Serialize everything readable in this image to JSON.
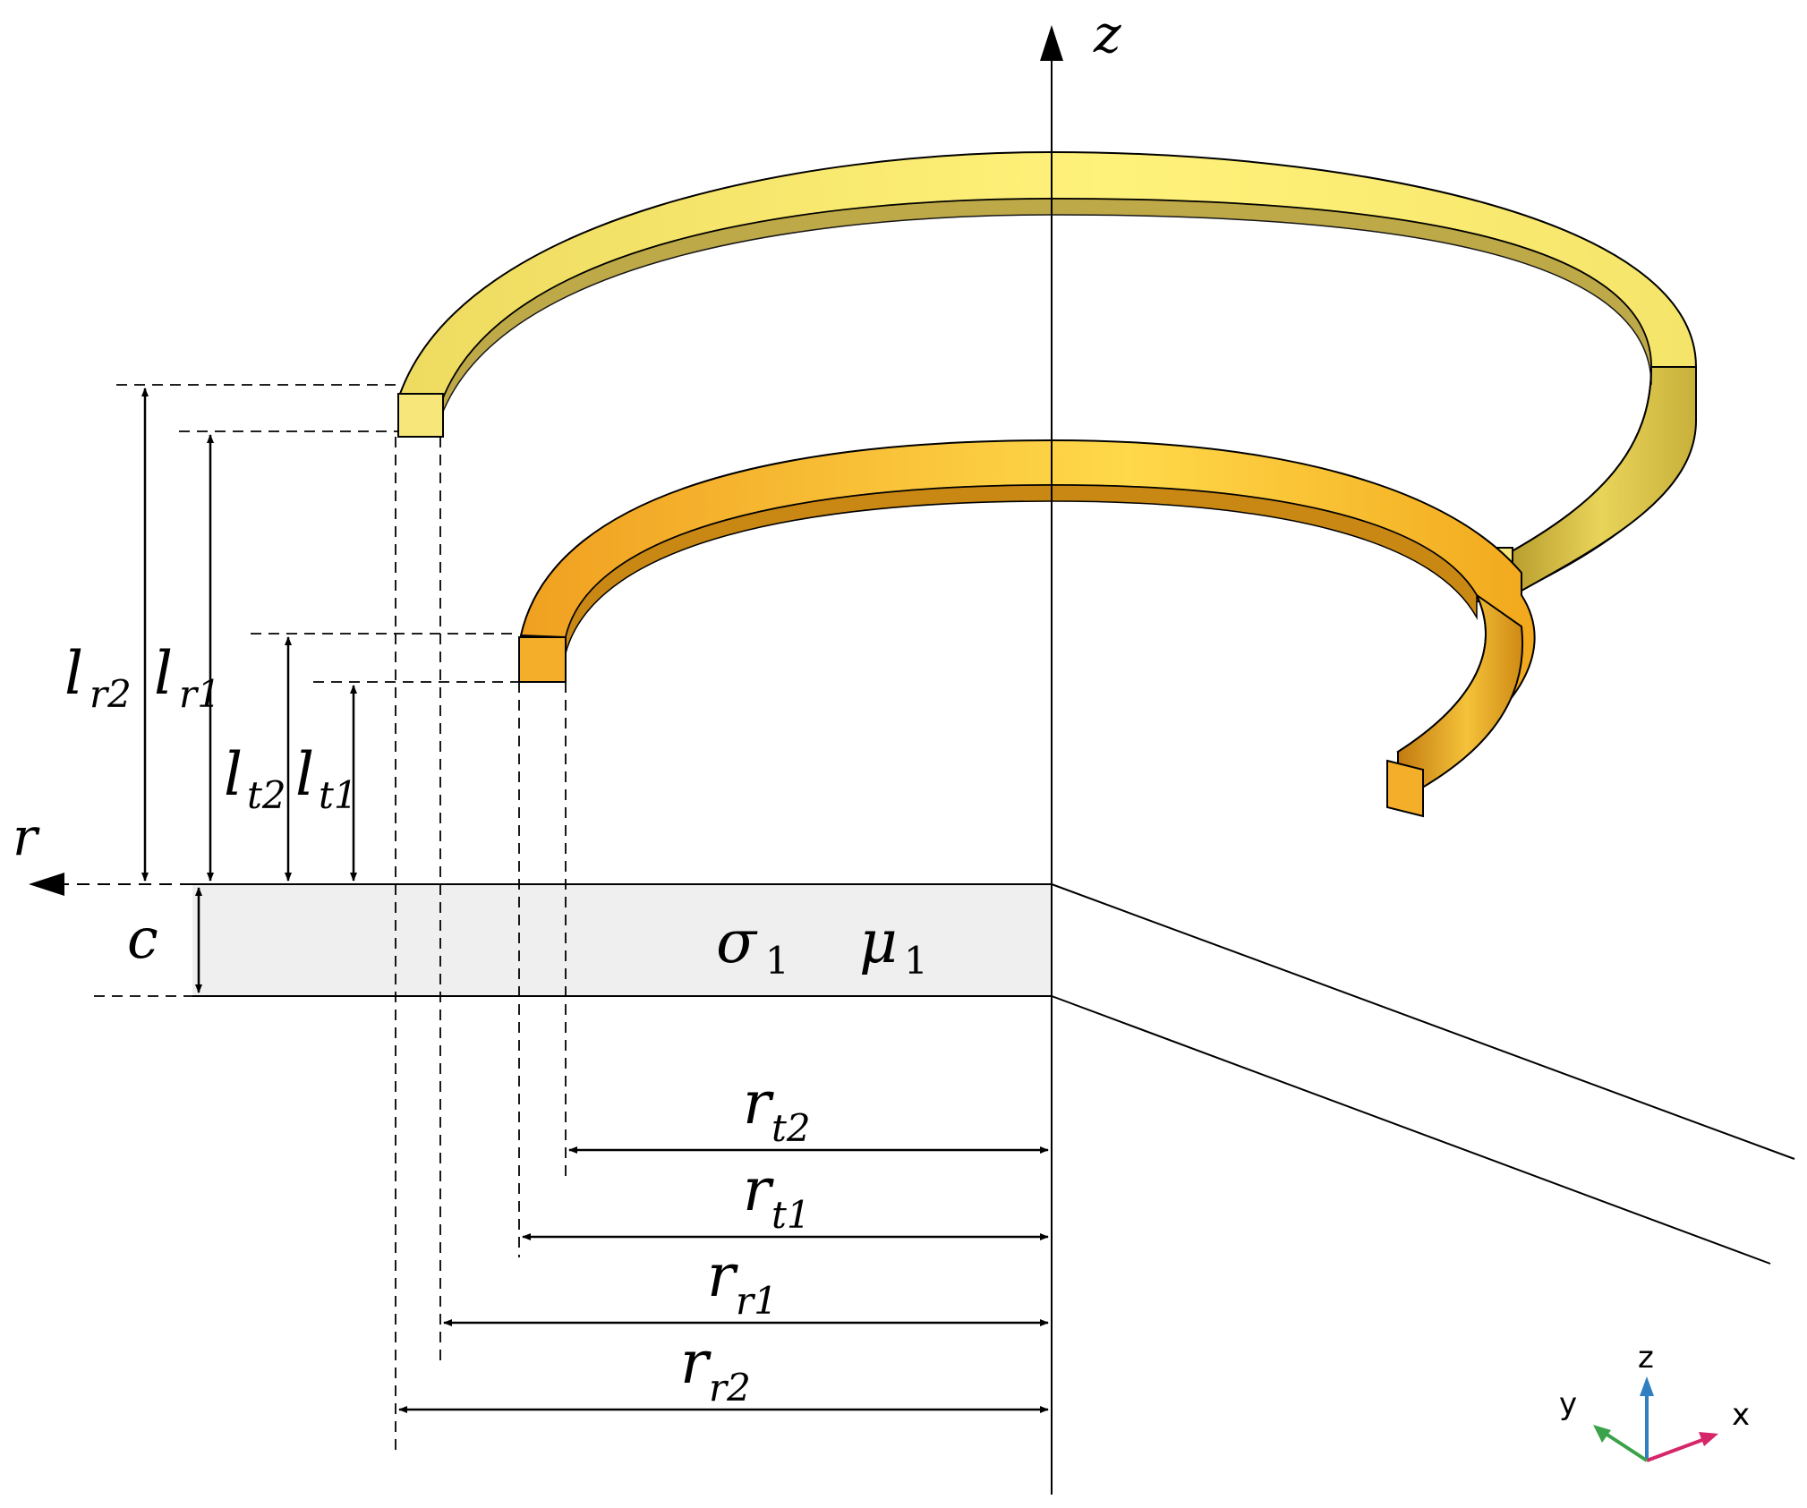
{
  "axis": {
    "z": "z",
    "r": "r"
  },
  "layer": {
    "sigma": "σ",
    "sigma_sub": "1",
    "mu": "μ",
    "mu_sub": "1",
    "thickness": "c"
  },
  "heights": [
    {
      "main": "l",
      "sub": "r2"
    },
    {
      "main": "l",
      "sub": "r1"
    },
    {
      "main": "l",
      "sub": "t2"
    },
    {
      "main": "l",
      "sub": "t1"
    }
  ],
  "radii": [
    {
      "main": "r",
      "sub": "t2"
    },
    {
      "main": "r",
      "sub": "t1"
    },
    {
      "main": "r",
      "sub": "r1"
    },
    {
      "main": "r",
      "sub": "r2"
    }
  ],
  "triad": {
    "x": "x",
    "y": "y",
    "z": "z",
    "colors": {
      "x": "#d6266a",
      "y": "#3aa24a",
      "z": "#2f7fc1"
    }
  },
  "colors": {
    "outer_coil": "#f3e05a",
    "inner_coil": "#f2a81c",
    "plate": "#efefef"
  }
}
